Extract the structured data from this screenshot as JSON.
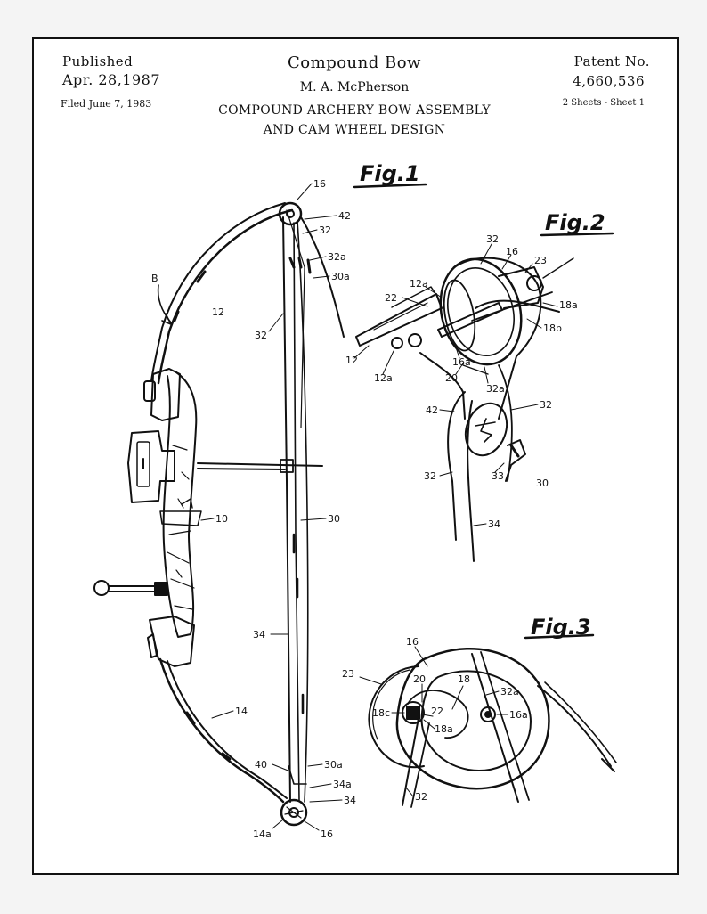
{
  "header": {
    "published_label": "Published",
    "published_date": "Apr. 28,1987",
    "filed": "Filed June 7, 1983",
    "title": "Compound Bow",
    "inventor": "M. A. McPherson",
    "subtitle_line1": "COMPOUND ARCHERY BOW ASSEMBLY",
    "subtitle_line2": "AND CAM WHEEL DESIGN",
    "patent_label": "Patent No.",
    "patent_number": "4,660,536",
    "sheets": "2 Sheets - Sheet 1"
  },
  "figures": {
    "fig1": "Fig.1",
    "fig2": "Fig.2",
    "fig3": "Fig.3"
  },
  "fig1_labels": {
    "l16top": "16",
    "l42": "42",
    "l32": "32",
    "l32a": "32a",
    "l30a": "30a",
    "lB": "B",
    "l12": "12",
    "l32left": "32",
    "l10": "10",
    "l30": "30",
    "l34": "34",
    "l14": "14",
    "l40": "40",
    "l30abot": "30a",
    "l34a": "34a",
    "l34bot": "34",
    "l14a": "14a",
    "l16bot": "16"
  },
  "fig2_labels": {
    "l32": "32",
    "l16": "16",
    "l23": "23",
    "l12a": "12a",
    "l22": "22",
    "l18a": "18a",
    "l18b": "18b",
    "l12": "12",
    "l12abot": "12a",
    "l16a": "16a",
    "l20": "20",
    "l32a": "32a",
    "l42": "42",
    "l32right": "32",
    "l32left": "32",
    "l33": "33",
    "l30": "30",
    "l34": "34"
  },
  "fig3_labels": {
    "l16": "16",
    "l23": "23",
    "l20": "20",
    "l18": "18",
    "l32a": "32a",
    "l18c": "18c",
    "l22": "22",
    "l16a": "16a",
    "l18a": "18a",
    "l32": "32"
  }
}
